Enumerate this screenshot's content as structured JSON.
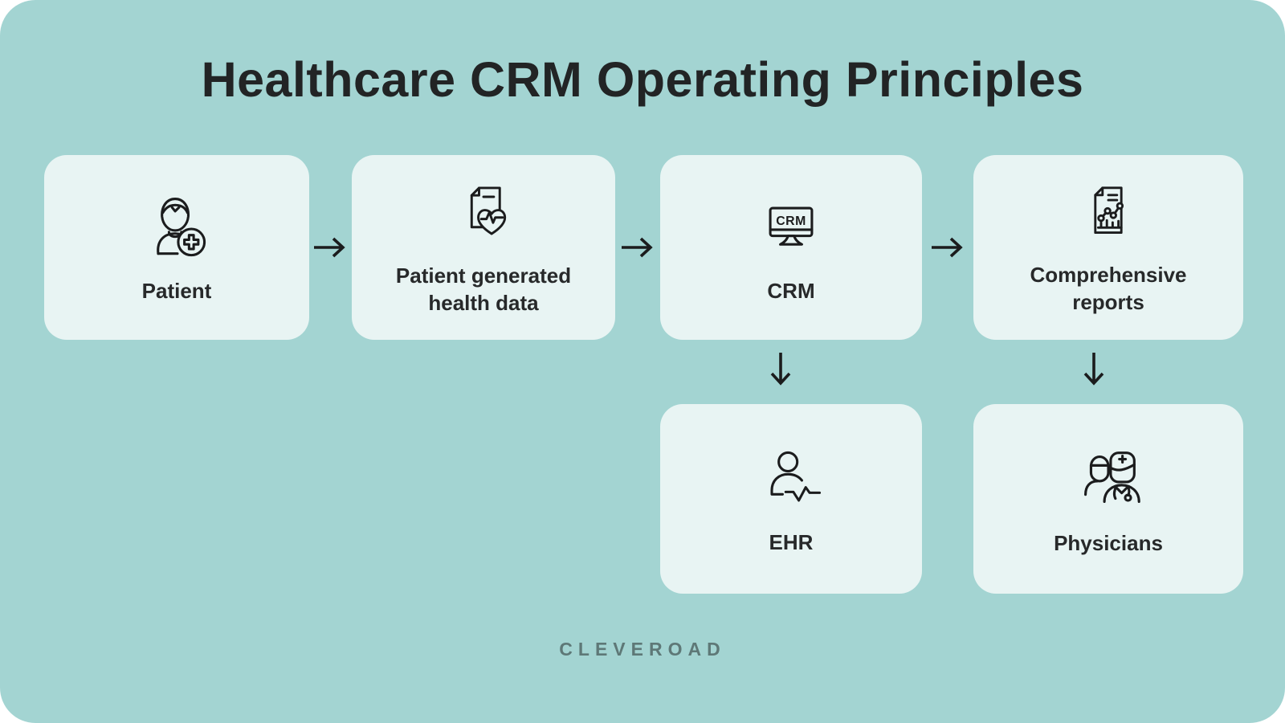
{
  "title": "Healthcare CRM Operating Principles",
  "footer": {
    "brand": "CLEVEROAD"
  },
  "colors": {
    "background": "#a3d4d2",
    "card": "#e8f4f3",
    "text": "#222425",
    "icon_stroke": "#1b1c1d",
    "brand_text": "#5e7877"
  },
  "cards": {
    "patient": {
      "label": "Patient",
      "icon": "patient-plus-icon"
    },
    "health_data": {
      "label": "Patient generated health data",
      "icon": "document-heart-pulse-icon"
    },
    "crm": {
      "label": "CRM",
      "icon": "crm-monitor-icon",
      "icon_text": "CRM"
    },
    "reports": {
      "label": "Comprehensive reports",
      "icon": "report-chart-document-icon"
    },
    "ehr": {
      "label": "EHR",
      "icon": "person-pulse-icon"
    },
    "physicians": {
      "label": "Physicians",
      "icon": "two-doctors-icon"
    }
  },
  "connections": [
    {
      "from": "Patient",
      "to": "Patient generated health data",
      "direction": "right"
    },
    {
      "from": "Patient generated health data",
      "to": "CRM",
      "direction": "right"
    },
    {
      "from": "CRM",
      "to": "Comprehensive reports",
      "direction": "right"
    },
    {
      "from": "CRM",
      "to": "EHR",
      "direction": "down"
    },
    {
      "from": "Comprehensive reports",
      "to": "Physicians",
      "direction": "down"
    }
  ]
}
